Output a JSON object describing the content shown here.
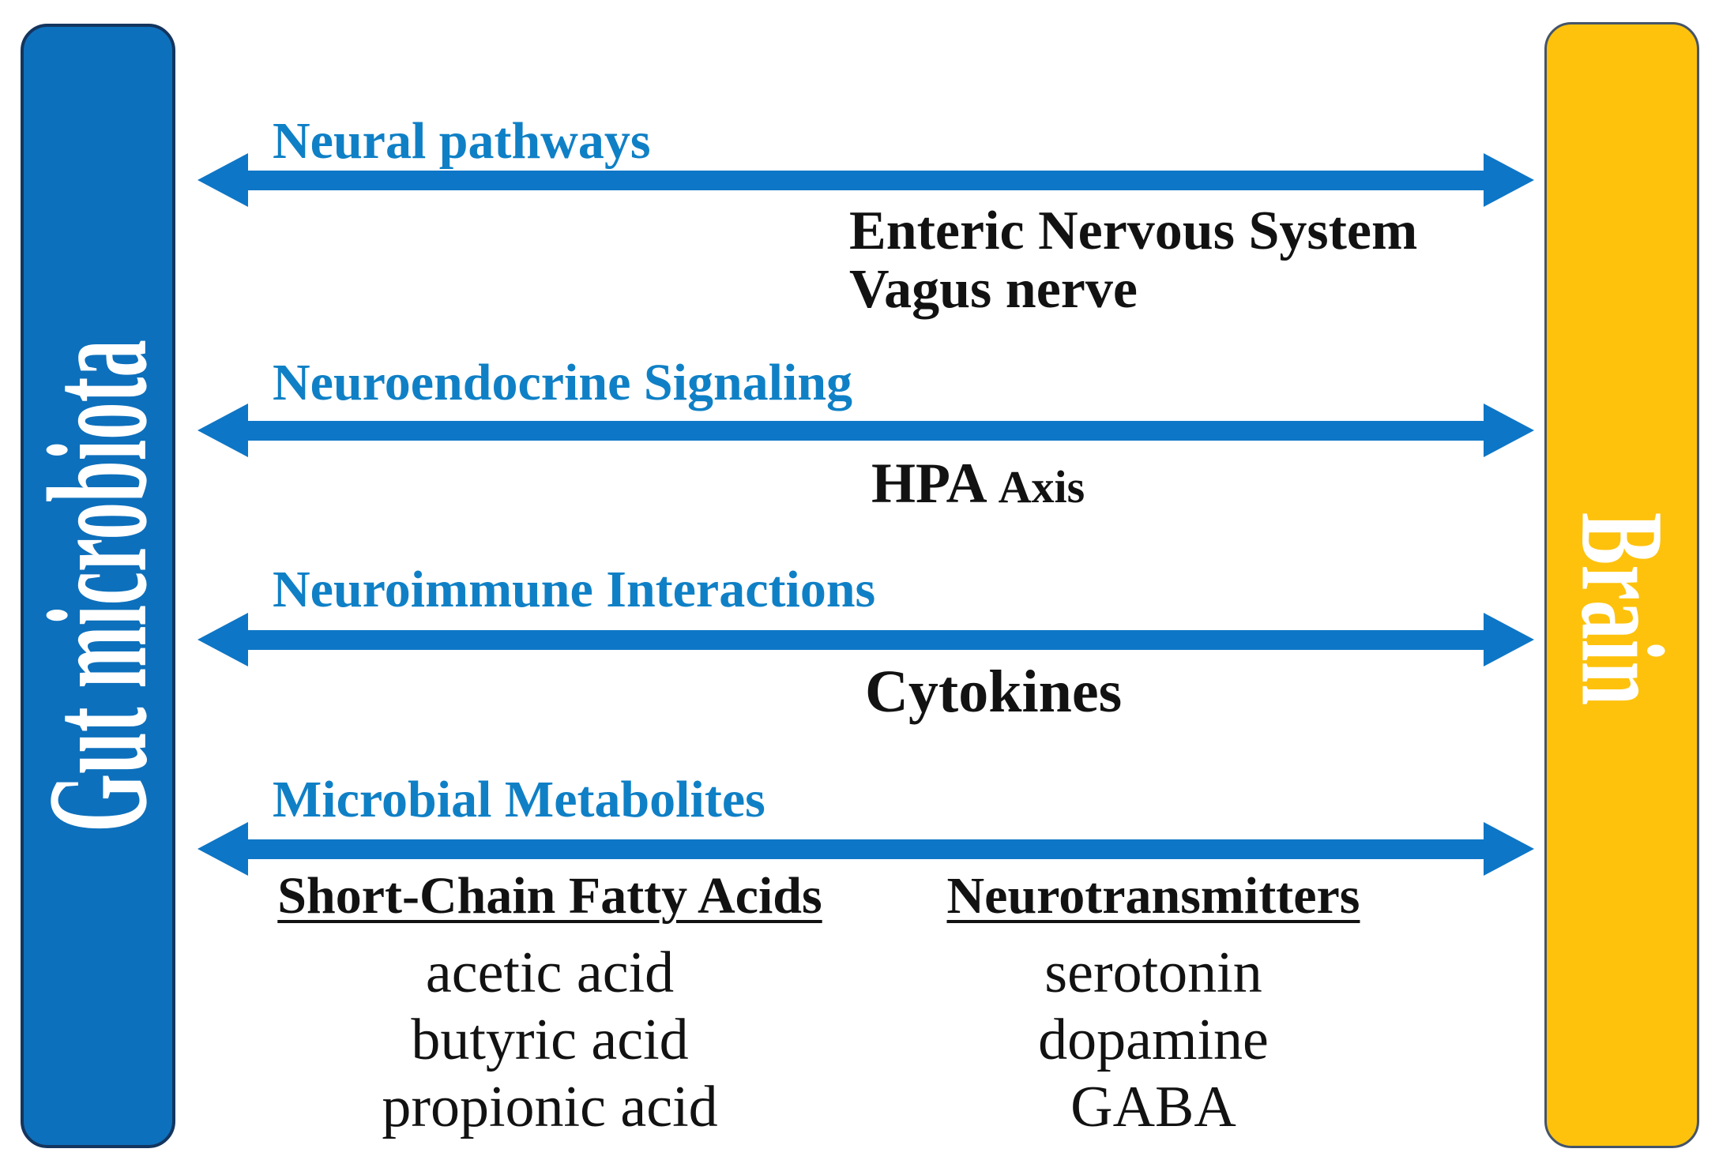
{
  "figure": {
    "left_bar": {
      "label": "Gut microbiota"
    },
    "right_bar": {
      "label": "Brain"
    },
    "sections": [
      {
        "title": "Neural pathways",
        "labels": {
          "line1": "Enteric Nervous System",
          "line2": "Vagus nerve"
        }
      },
      {
        "title": "Neuroendocrine Signaling",
        "label_main": "HPA",
        "label_sub": "Axis"
      },
      {
        "title": "Neuroimmune Interactions",
        "label": "Cytokines"
      },
      {
        "title": "Microbial Metabolites",
        "columns": [
          {
            "header": "Short-Chain Fatty Acids",
            "items": [
              "acetic acid",
              "butyric acid",
              "propionic acid"
            ]
          },
          {
            "header": "Neurotransmitters",
            "items": [
              "serotonin",
              "dopamine",
              "GABA"
            ]
          }
        ]
      }
    ],
    "colors": {
      "bar_blue": "#0D70BC",
      "arrow_blue": "#0E76C6",
      "heading_blue": "#0F80C6",
      "brain_yellow": "#FEC20D",
      "left_bar_border": "#14355E",
      "right_bar_border": "#44546A",
      "label_black": "#121212",
      "bar_text_white": "#FFFFFF"
    }
  }
}
